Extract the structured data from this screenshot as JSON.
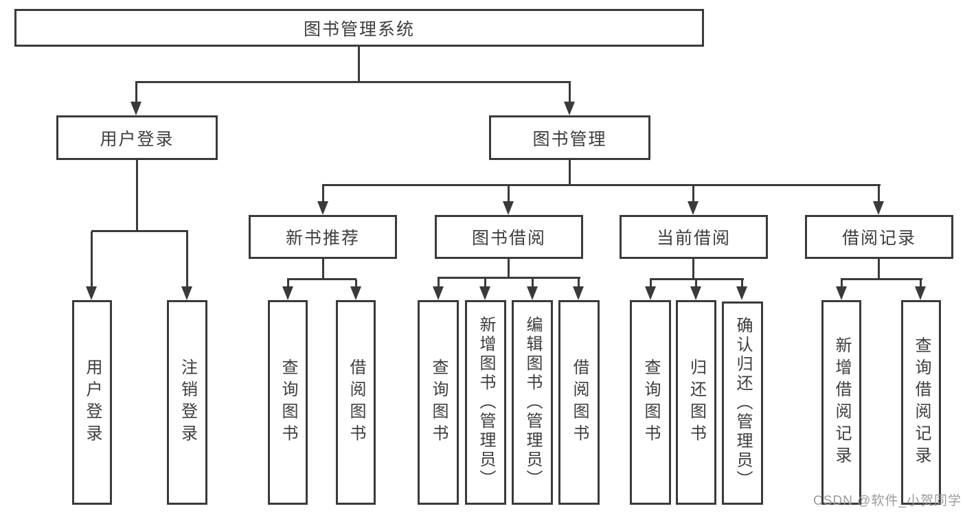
{
  "tree": {
    "root": {
      "label": "图书管理系统",
      "children": [
        {
          "label": "用户登录",
          "children": [
            {
              "label": "用户登录"
            },
            {
              "label": "注销登录"
            }
          ]
        },
        {
          "label": "图书管理",
          "children": [
            {
              "label": "新书推荐",
              "children": [
                {
                  "label": "查询图书"
                },
                {
                  "label": "借阅图书"
                }
              ]
            },
            {
              "label": "图书借阅",
              "children": [
                {
                  "label": "查询图书"
                },
                {
                  "label": "新增图书（管理员）"
                },
                {
                  "label": "编辑图书（管理员）"
                },
                {
                  "label": "借阅图书"
                }
              ]
            },
            {
              "label": "当前借阅",
              "children": [
                {
                  "label": "查询图书"
                },
                {
                  "label": "归还图书"
                },
                {
                  "label": "确认归还（管理员）"
                }
              ]
            },
            {
              "label": "借阅记录",
              "children": [
                {
                  "label": "新增借阅记录"
                },
                {
                  "label": "查询借阅记录"
                }
              ]
            }
          ]
        }
      ]
    }
  },
  "watermark": {
    "text": "CSDN @软件_小贺同学"
  },
  "colors": {
    "line": "#3a3a3a",
    "text": "#3d3d3d",
    "watermark_text": "#9b9b9b",
    "background": "#ffffff"
  }
}
